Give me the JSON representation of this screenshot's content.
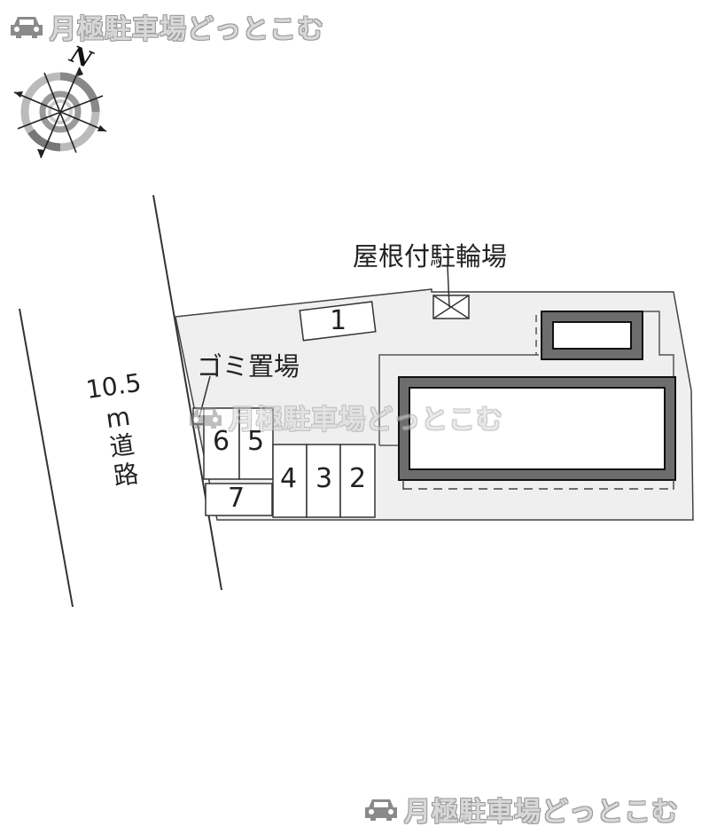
{
  "watermark": {
    "brand_text": "月極駐車場どっとこむ",
    "icon": "car-icon"
  },
  "compass": {
    "label": "N",
    "icon": "compass-rose-icon"
  },
  "labels": {
    "bicycle_parking": "屋根付駐輪場",
    "garbage": "ゴミ置場",
    "road_width": "10.5",
    "road_unit": "m",
    "road_word_1": "道",
    "road_word_2": "路"
  },
  "parking_spots": [
    {
      "number": "1"
    },
    {
      "number": "2"
    },
    {
      "number": "3"
    },
    {
      "number": "4"
    },
    {
      "number": "5"
    },
    {
      "number": "6"
    },
    {
      "number": "7"
    }
  ],
  "colors": {
    "lot_fill": "#efefef",
    "building_wall": "#6d6d6d",
    "line": "#333333",
    "watermark": "#d8d8d8"
  }
}
